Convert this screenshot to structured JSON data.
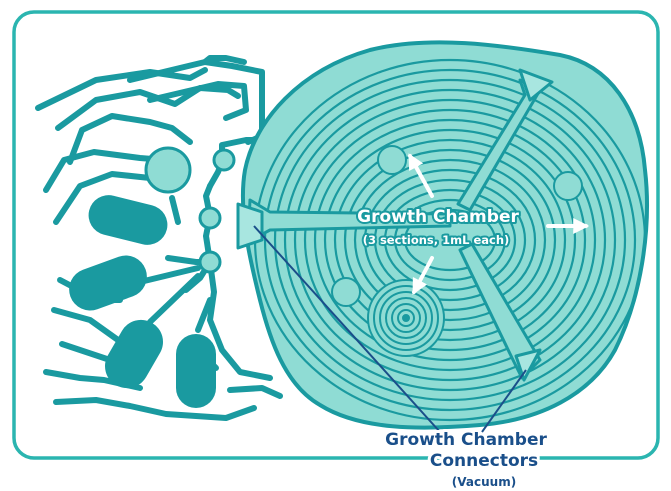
{
  "labels": {
    "growth_chamber": "Growth Chamber",
    "growth_chamber_detail": "(3 sections, 1mL each)",
    "connectors_line1": "Growth Chamber",
    "connectors_line2": "Connectors",
    "connectors_line3": "(Vacuum)"
  },
  "colors": {
    "frame": "#2bb5b0",
    "chip_fill": "#9fe0da",
    "channel": "#1a9aa0",
    "chamber_fill": "#8fdcd4",
    "leader_line": "#1a4f8a",
    "label_text": "#1a4f8a",
    "arrow": "#ffffff"
  }
}
